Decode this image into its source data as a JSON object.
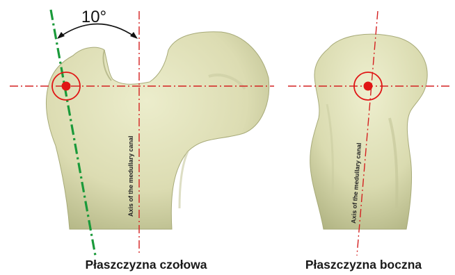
{
  "angle_label": "10°",
  "axis_label": "Axis of the medullary canal",
  "captions": {
    "frontal_plane": "Płaszczyzna czołowa",
    "lateral_plane": "Płaszczyzna boczna"
  },
  "colors": {
    "bone_fill": "#dfe0b8",
    "bone_shadow": "#b9bb8c",
    "red_line": "#d42020",
    "green_line": "#1a9a3a",
    "marker": "#e01515",
    "arrow": "#111111"
  }
}
